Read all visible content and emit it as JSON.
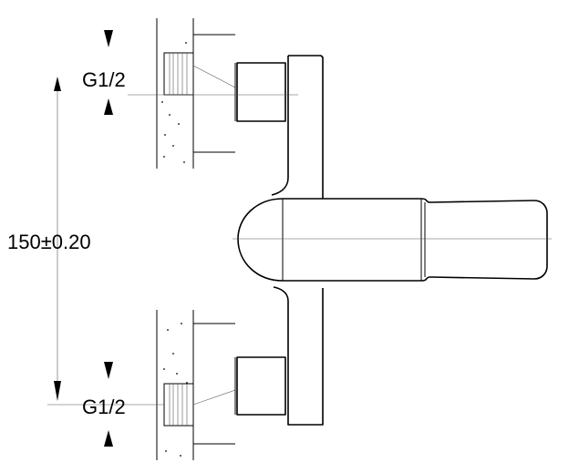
{
  "labels": {
    "thread_top": "G1/2",
    "thread_bottom": "G1/2",
    "center_distance": "150±0.20"
  },
  "colors": {
    "line": "#000000",
    "background": "#ffffff"
  }
}
